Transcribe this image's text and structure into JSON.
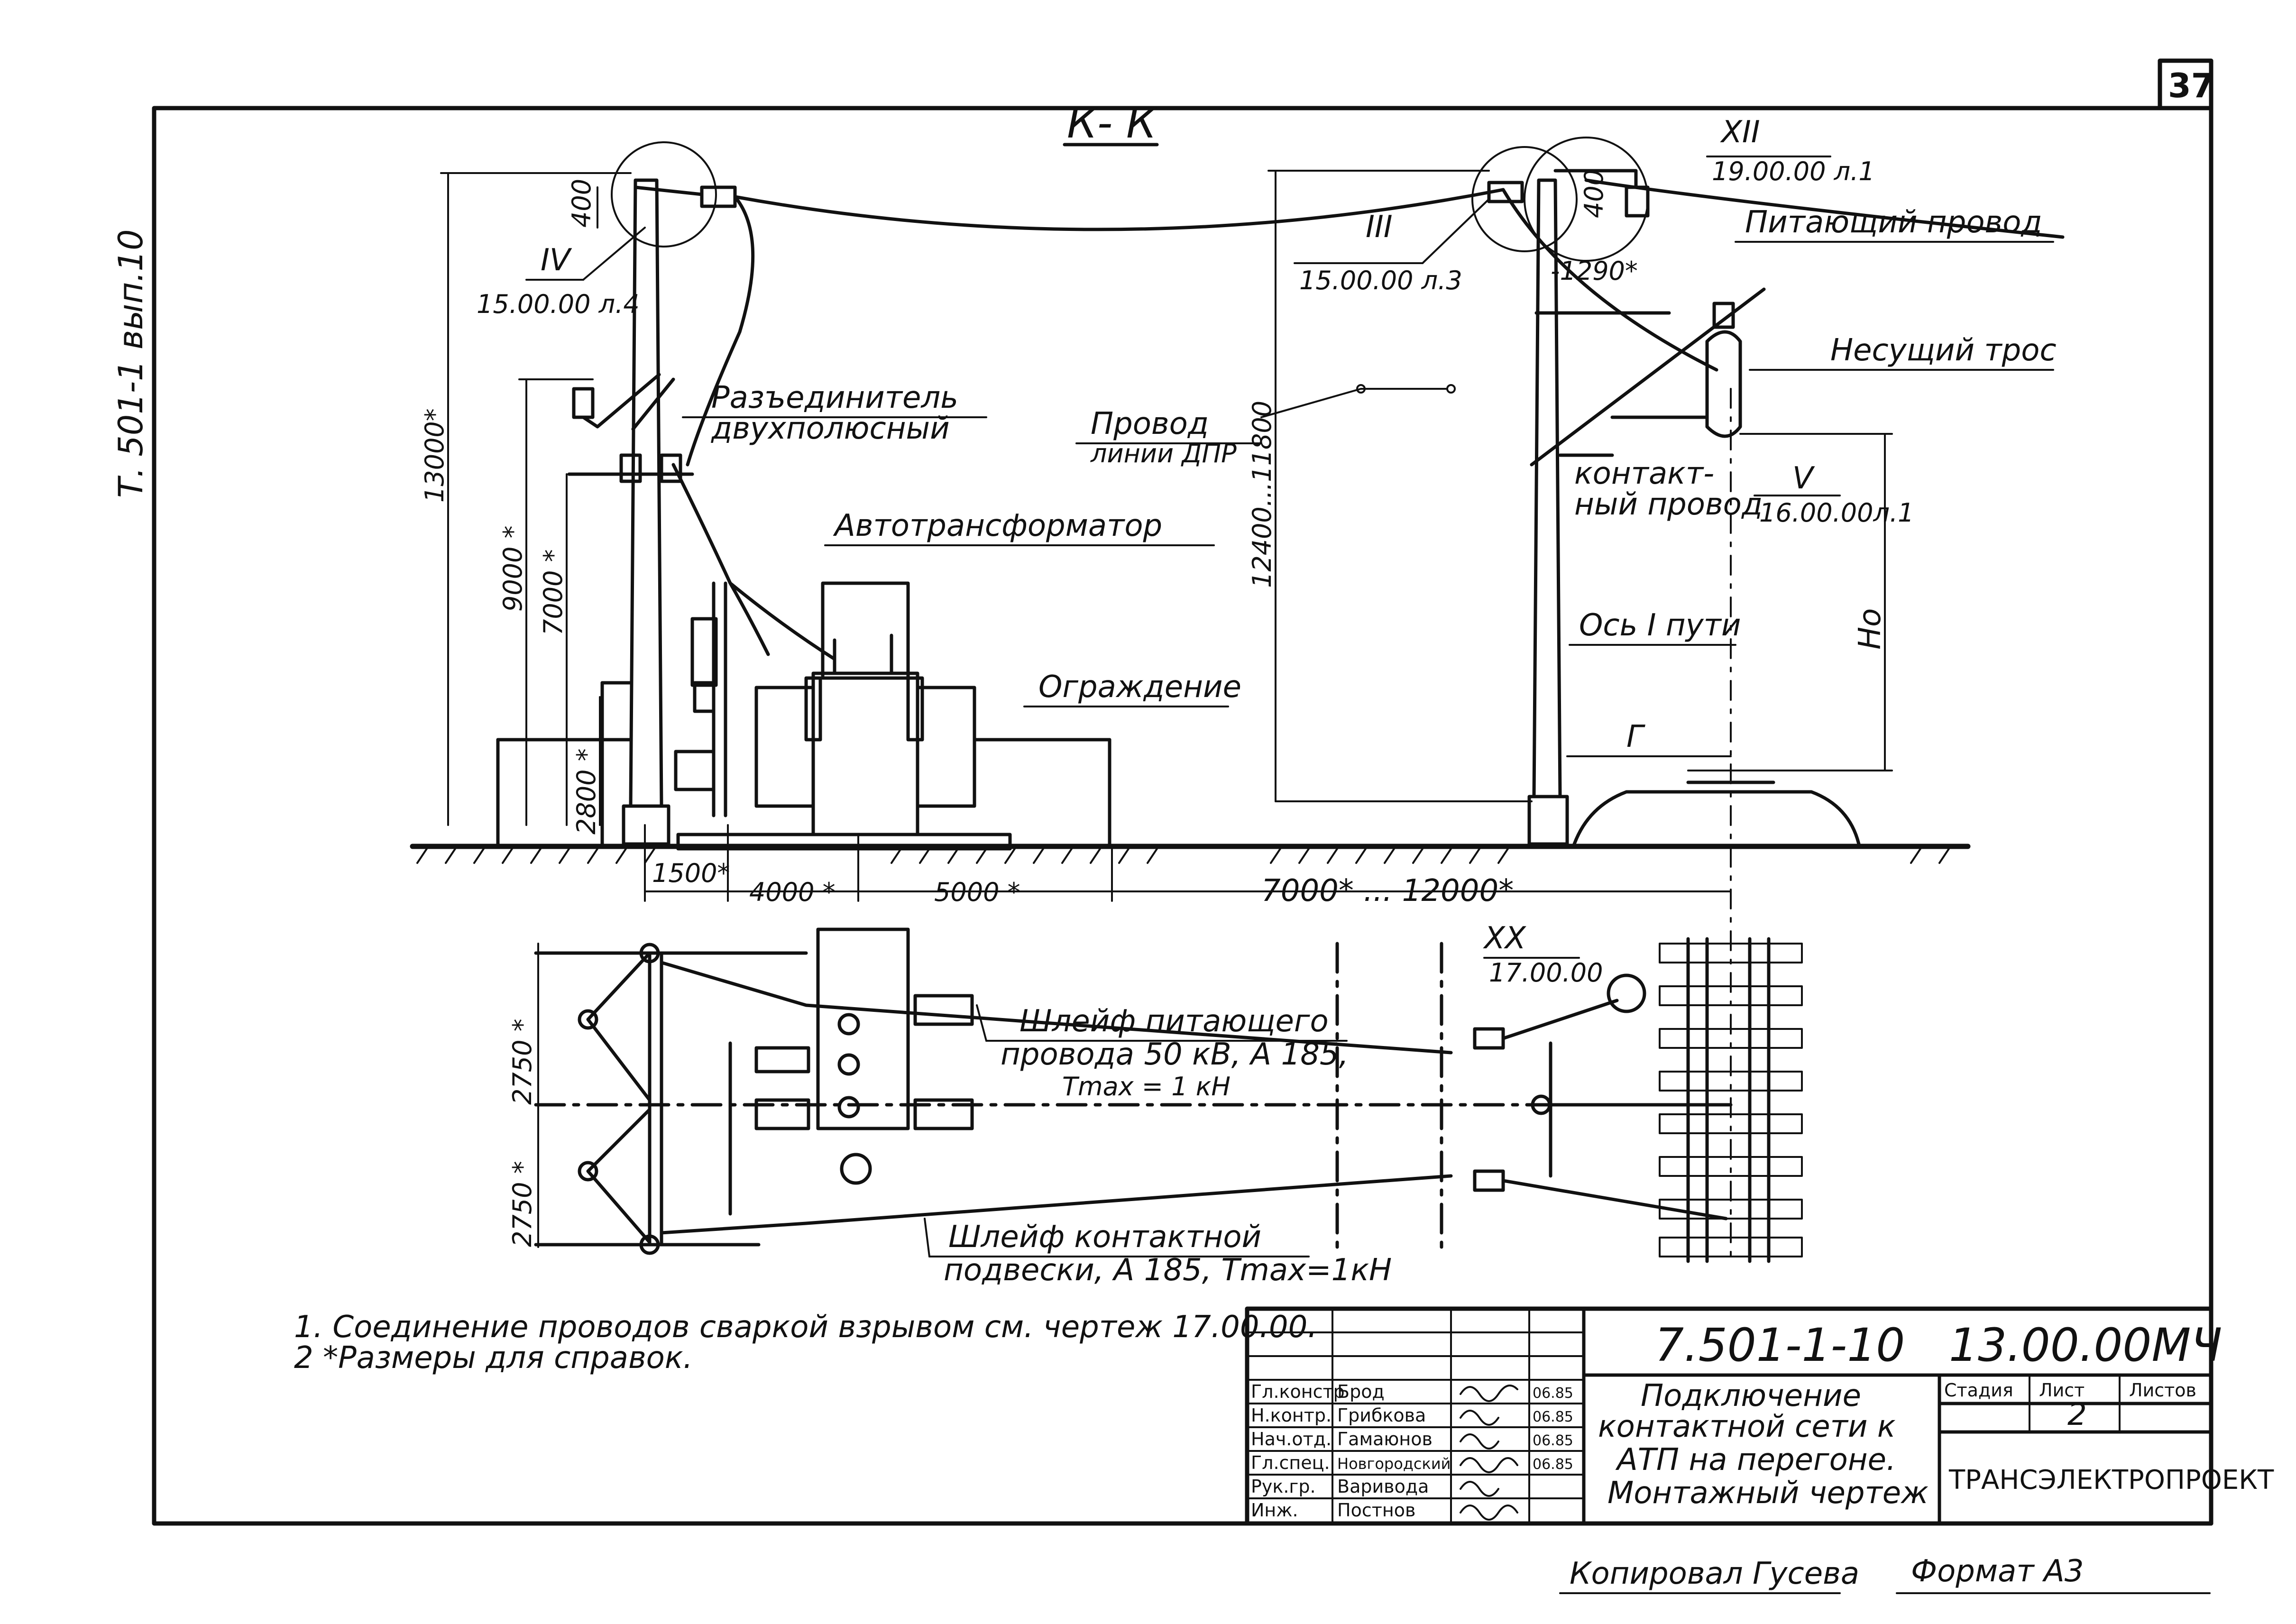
{
  "sheet": {
    "page_number": "37",
    "side_stamp": "Т. 501-1 вып.10",
    "section_title": "К- К"
  },
  "labels": {
    "disconnector": [
      "Разъединитель",
      "двухполюсный"
    ],
    "autotransformer": "Автотрансформатор",
    "fence": "Ограждение",
    "dpr_line": [
      "Провод",
      "линии ДПР"
    ],
    "feeder_wire": "Питающий провод",
    "messenger_wire": "Несущий трос",
    "contact_wire": [
      "контакт-",
      "ный провод"
    ],
    "track_axis": "Ось I пути",
    "ref_IV": [
      "IV",
      "15.00.00 л.4"
    ],
    "ref_III": [
      "III",
      "15.00.00 л.3"
    ],
    "ref_XII": [
      "XII",
      "19.00.00 л.1"
    ],
    "ref_V": [
      "V",
      "16.00.00л.1"
    ],
    "ref_XX": [
      "XX",
      "17.00.00"
    ],
    "G": "Г",
    "Ho": "Hо"
  },
  "dimensions": {
    "d400_left": "400",
    "d13000": "13000*",
    "d9000": "9000 *",
    "d7000": "7000 *",
    "d2800": "2800 *",
    "d12400": "12400...11800",
    "d400_right": "400",
    "d1290": "-1290*",
    "d1500": "1500*",
    "d4000": "4000 *",
    "d5000": "5000 *",
    "d7000_12000": "7000* ... 12000*",
    "d2750_top": "2750 *",
    "d2750_bottom": "2750 *"
  },
  "plan_labels": {
    "feeder_loop": [
      "Шлейф питающего",
      "провода 50 кВ, А 185,",
      "Тmax = 1 кН"
    ],
    "contact_loop": [
      "Шлейф контактной",
      "подвески, А 185, Тmax=1кН"
    ]
  },
  "notes": [
    "1. Соединение проводов сваркой взрывом см. чертеж 17.00.00.",
    "2 *Размеры для справок."
  ],
  "title_block": {
    "doc_code": "7.501-1-10",
    "sheet_code": "13.00.00МЧ",
    "title_lines": [
      "Подключение",
      "контактной сети к",
      "АТП на перегоне.",
      "Монтажный чертеж"
    ],
    "stage_header": "Стадия",
    "sheet_header": "Лист",
    "sheets_header": "Листов",
    "sheet_no": "2",
    "org": "ТРАНСЭЛЕКТРОПРОЕКТ",
    "rows": [
      {
        "role": "Гл.констр",
        "name": "Брод",
        "date": "06.85"
      },
      {
        "role": "Н.контр.",
        "name": "Грибкова",
        "date": "06.85"
      },
      {
        "role": "Нач.отд.",
        "name": "Гамаюнов",
        "date": "06.85"
      },
      {
        "role": "Гл.спец.",
        "name": "Новгородский",
        "date": "06.85"
      },
      {
        "role": "Рук.гр.",
        "name": "Варивода",
        "date": ""
      },
      {
        "role": "Инж.",
        "name": "Постнов",
        "date": ""
      }
    ]
  },
  "footer": {
    "copied": "Копировал Гусева",
    "format": "Формат А3"
  }
}
